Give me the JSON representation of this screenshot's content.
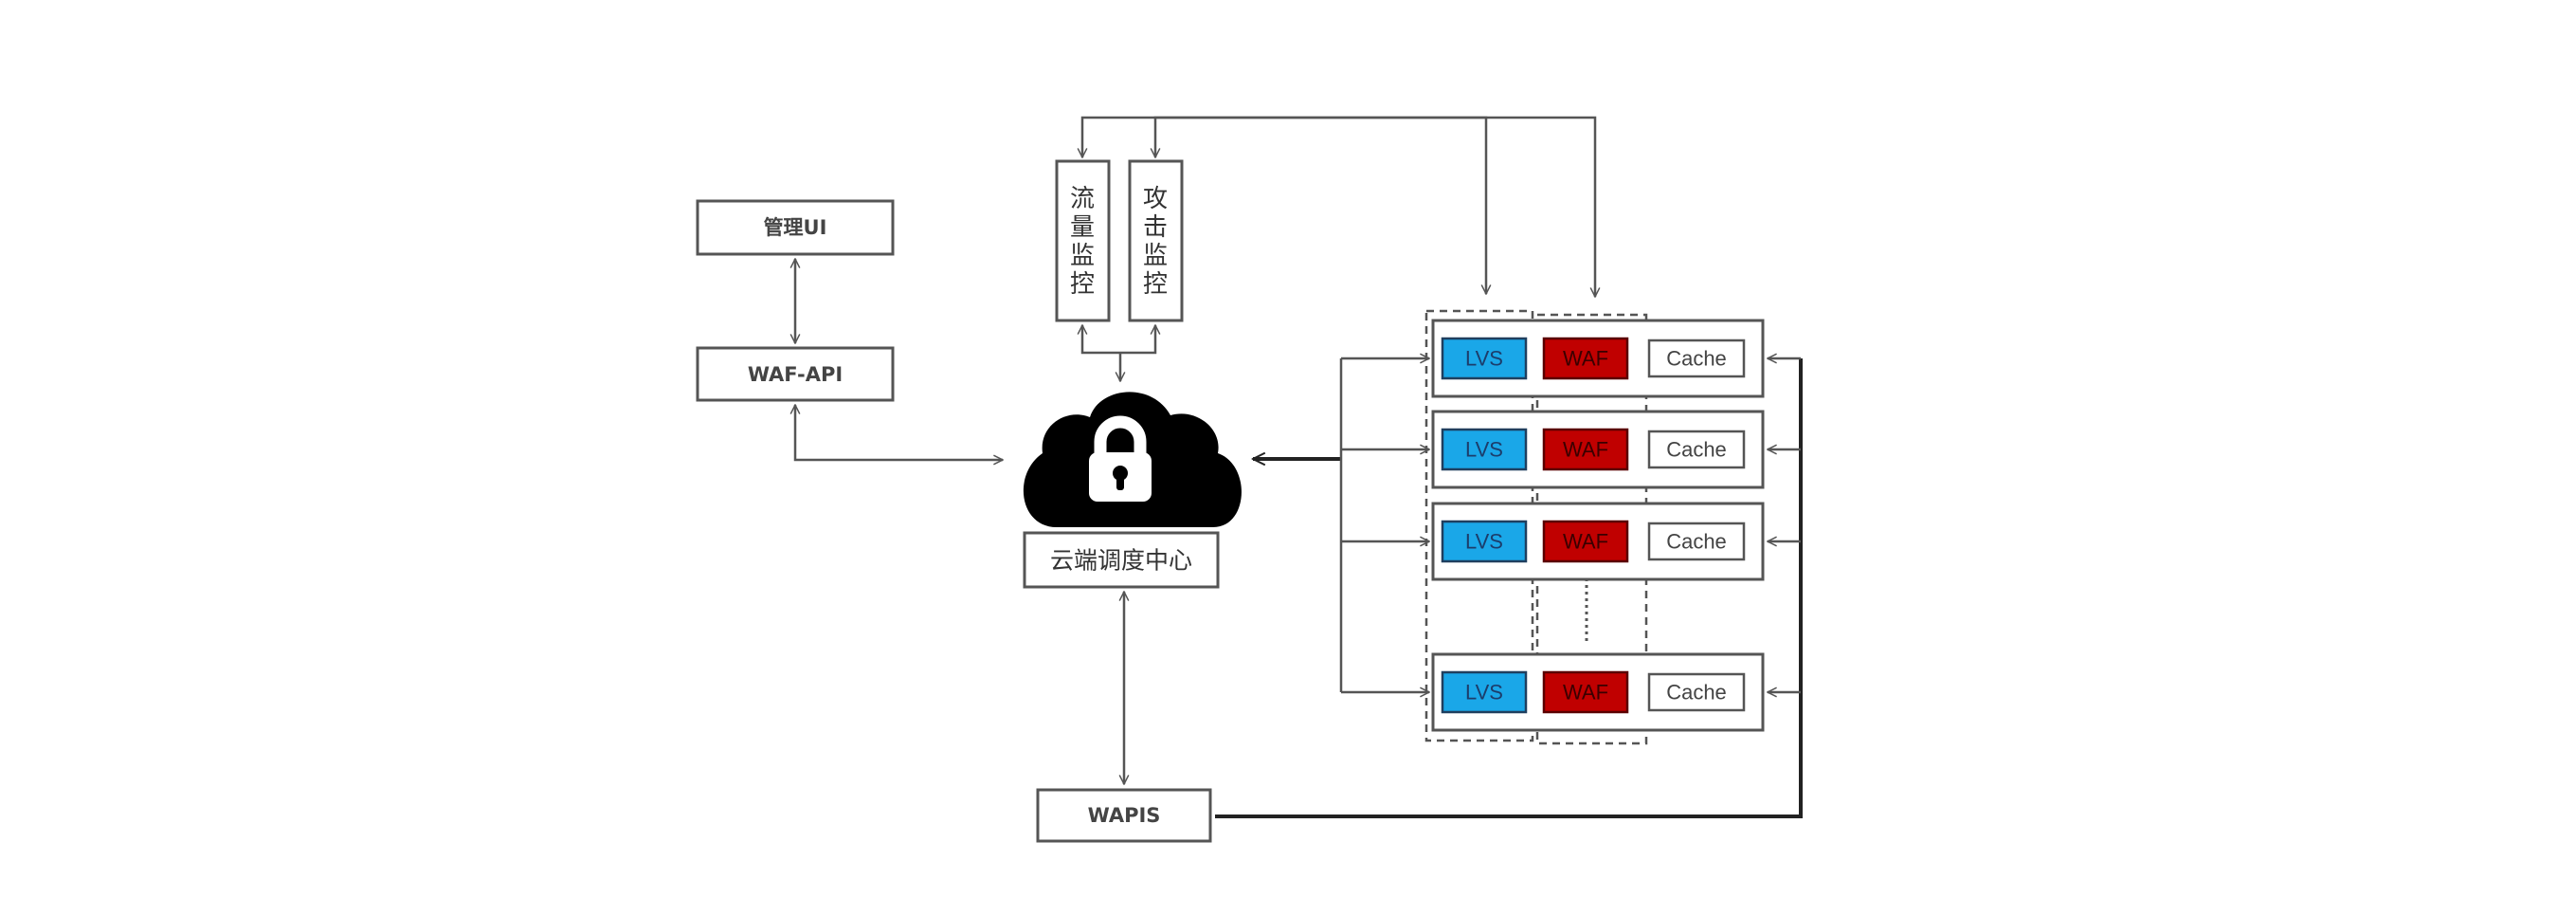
{
  "diagram": {
    "management_ui": {
      "label": "管理UI"
    },
    "waf_api": {
      "label": "WAF-API"
    },
    "monitors": [
      {
        "label": "流量监控",
        "chars": [
          "流",
          "量",
          "监",
          "控"
        ]
      },
      {
        "label": "攻击监控",
        "chars": [
          "攻",
          "击",
          "监",
          "控"
        ]
      }
    ],
    "cloud_center": {
      "label": "云端调度中心",
      "icon": "cloud-lock-icon"
    },
    "wapis": {
      "label": "WAPIS"
    },
    "node_rows": [
      {
        "lvs": "LVS",
        "waf": "WAF",
        "cache": "Cache"
      },
      {
        "lvs": "LVS",
        "waf": "WAF",
        "cache": "Cache"
      },
      {
        "lvs": "LVS",
        "waf": "WAF",
        "cache": "Cache"
      },
      {
        "lvs": "LVS",
        "waf": "WAF",
        "cache": "Cache"
      }
    ],
    "ellipsis_between_rows": "⋮",
    "colors": {
      "lvs_fill": "#1aa7e8",
      "lvs_text": "#1c3d6b",
      "waf_fill": "#c00000",
      "waf_text": "#3a0000",
      "cache_fill": "#ffffff",
      "cache_text": "#444444",
      "line": "#555555",
      "cloud": "#000000"
    }
  }
}
